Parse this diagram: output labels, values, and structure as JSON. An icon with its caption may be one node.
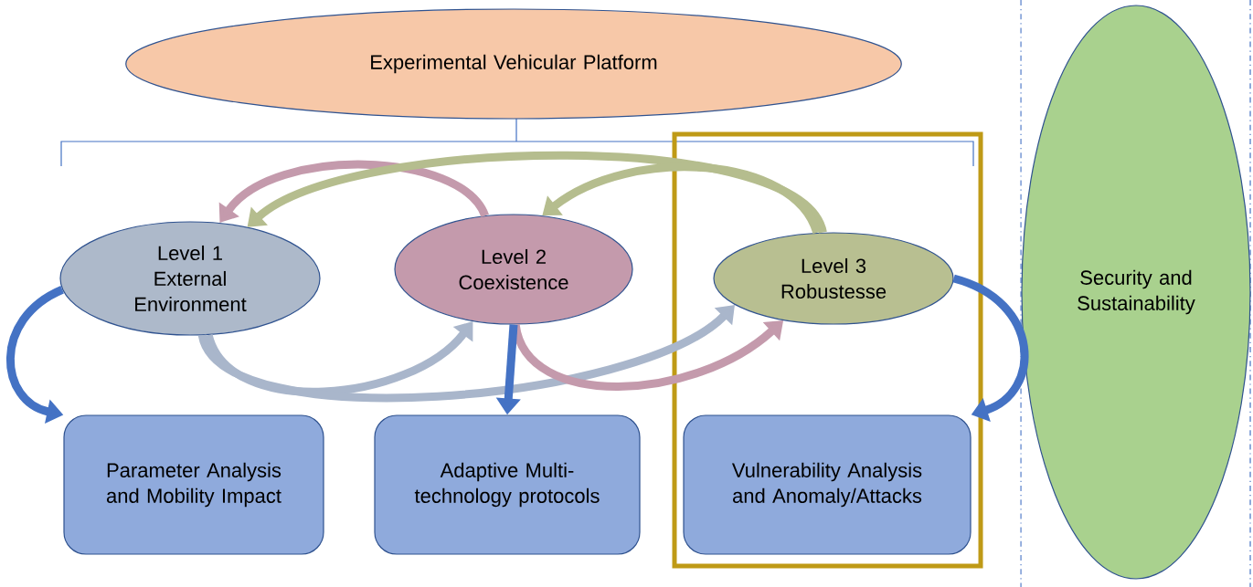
{
  "diagram": {
    "nodes": [
      {
        "text": [
          "Experimental Vehicular Platform"
        ]
      },
      {
        "text": [
          "Level 1 External Environment"
        ]
      },
      {
        "text": [
          "Level 2 Coexistence"
        ]
      },
      {
        "text": [
          "Level 3 Robustesse"
        ]
      },
      {
        "text": [
          "Parameter Analysis and Mobility Impact"
        ]
      },
      {
        "text": [
          "Adaptive Multi-technology protocols"
        ]
      },
      {
        "text": [
          "Vulnerability Analysis and Anomaly/Attacks"
        ]
      },
      {
        "text": [
          "Security and Sustainability"
        ]
      }
    ],
    "edges": [
      {
        "from": 2,
        "to": 1,
        "arrow": "to",
        "color": "#c49aac"
      },
      {
        "from": 3,
        "to": 1,
        "arrow": "to",
        "color": "#b5bd8e"
      },
      {
        "from": 3,
        "to": 2,
        "arrow": "to",
        "color": "#b5bd8e"
      },
      {
        "from": 1,
        "to": 2,
        "arrow": "to",
        "color": "#a9b6cb"
      },
      {
        "from": 1,
        "to": 3,
        "arrow": "to",
        "color": "#a9b6cb"
      },
      {
        "from": 2,
        "to": 3,
        "arrow": "to",
        "color": "#c49aac"
      },
      {
        "from": 1,
        "to": 4,
        "arrow": "to"
      },
      {
        "from": 2,
        "to": 5,
        "arrow": "to"
      },
      {
        "from": 3,
        "to": 6,
        "arrow": "to"
      }
    ]
  }
}
